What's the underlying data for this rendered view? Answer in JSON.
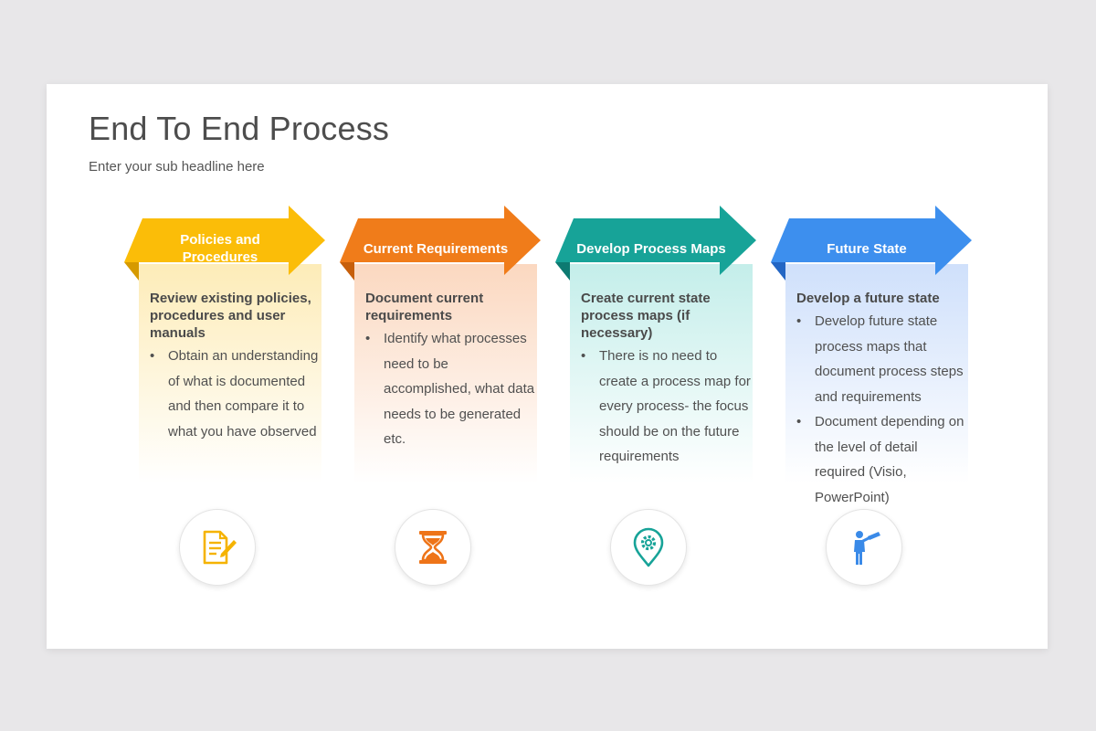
{
  "slide": {
    "title": "End To End Process",
    "subtitle": "Enter your sub headline here"
  },
  "steps": [
    {
      "label": "Policies and Procedures",
      "heading": "Review existing policies, procedures and user manuals",
      "bullets": [
        "Obtain an understanding of what is documented and then compare it to what you have observed"
      ],
      "color": "#fbbd08",
      "fold_color": "#d69a00",
      "panel_tint": "#fdecb8",
      "icon": "document-edit-icon"
    },
    {
      "label": "Current Requirements",
      "heading": "Document current requirements",
      "bullets": [
        "Identify what processes need to be accomplished, what data needs to be generated etc."
      ],
      "color": "#f07c1a",
      "fold_color": "#c75f0b",
      "panel_tint": "#fbd8c0",
      "icon": "hourglass-icon"
    },
    {
      "label": "Develop Process Maps",
      "heading": "Create current state process maps (if necessary)",
      "bullets": [
        "There is no need to create a process map for every process- the focus should be on the future requirements"
      ],
      "color": "#17a398",
      "fold_color": "#0d7a71",
      "panel_tint": "#c4eeea",
      "icon": "location-gear-icon"
    },
    {
      "label": "Future State",
      "heading": "Develop a future state",
      "bullets": [
        "Develop future state process maps that document process steps and requirements",
        "Document depending on the level of detail required (Visio, PowerPoint)"
      ],
      "color": "#3d8fee",
      "fold_color": "#2366c4",
      "panel_tint": "#cfe0fb",
      "icon": "telescope-person-icon"
    }
  ]
}
